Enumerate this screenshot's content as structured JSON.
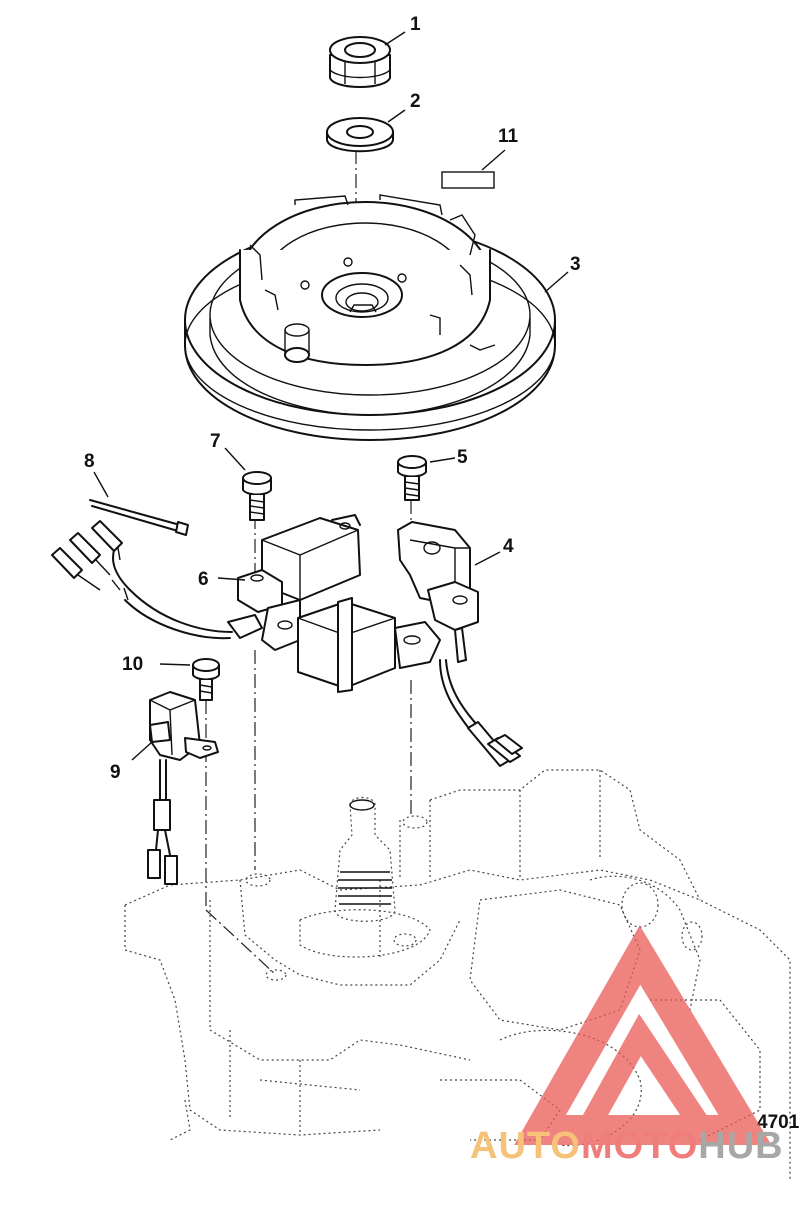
{
  "callouts": [
    {
      "id": "1",
      "label": "1"
    },
    {
      "id": "2",
      "label": "2"
    },
    {
      "id": "3",
      "label": "3"
    },
    {
      "id": "4",
      "label": "4"
    },
    {
      "id": "5",
      "label": "5"
    },
    {
      "id": "6",
      "label": "6"
    },
    {
      "id": "7",
      "label": "7"
    },
    {
      "id": "8",
      "label": "8"
    },
    {
      "id": "9",
      "label": "9"
    },
    {
      "id": "10",
      "label": "10"
    },
    {
      "id": "11",
      "label": "11"
    }
  ],
  "figure_number": "4701",
  "watermark": {
    "part1": "AUTO",
    "part2": "MOTO",
    "part3": "HUB",
    "color1": "#f6c27a",
    "color2": "#ef7e7b",
    "color3": "#a7a7a7",
    "logo_color": "#ea5a56"
  }
}
